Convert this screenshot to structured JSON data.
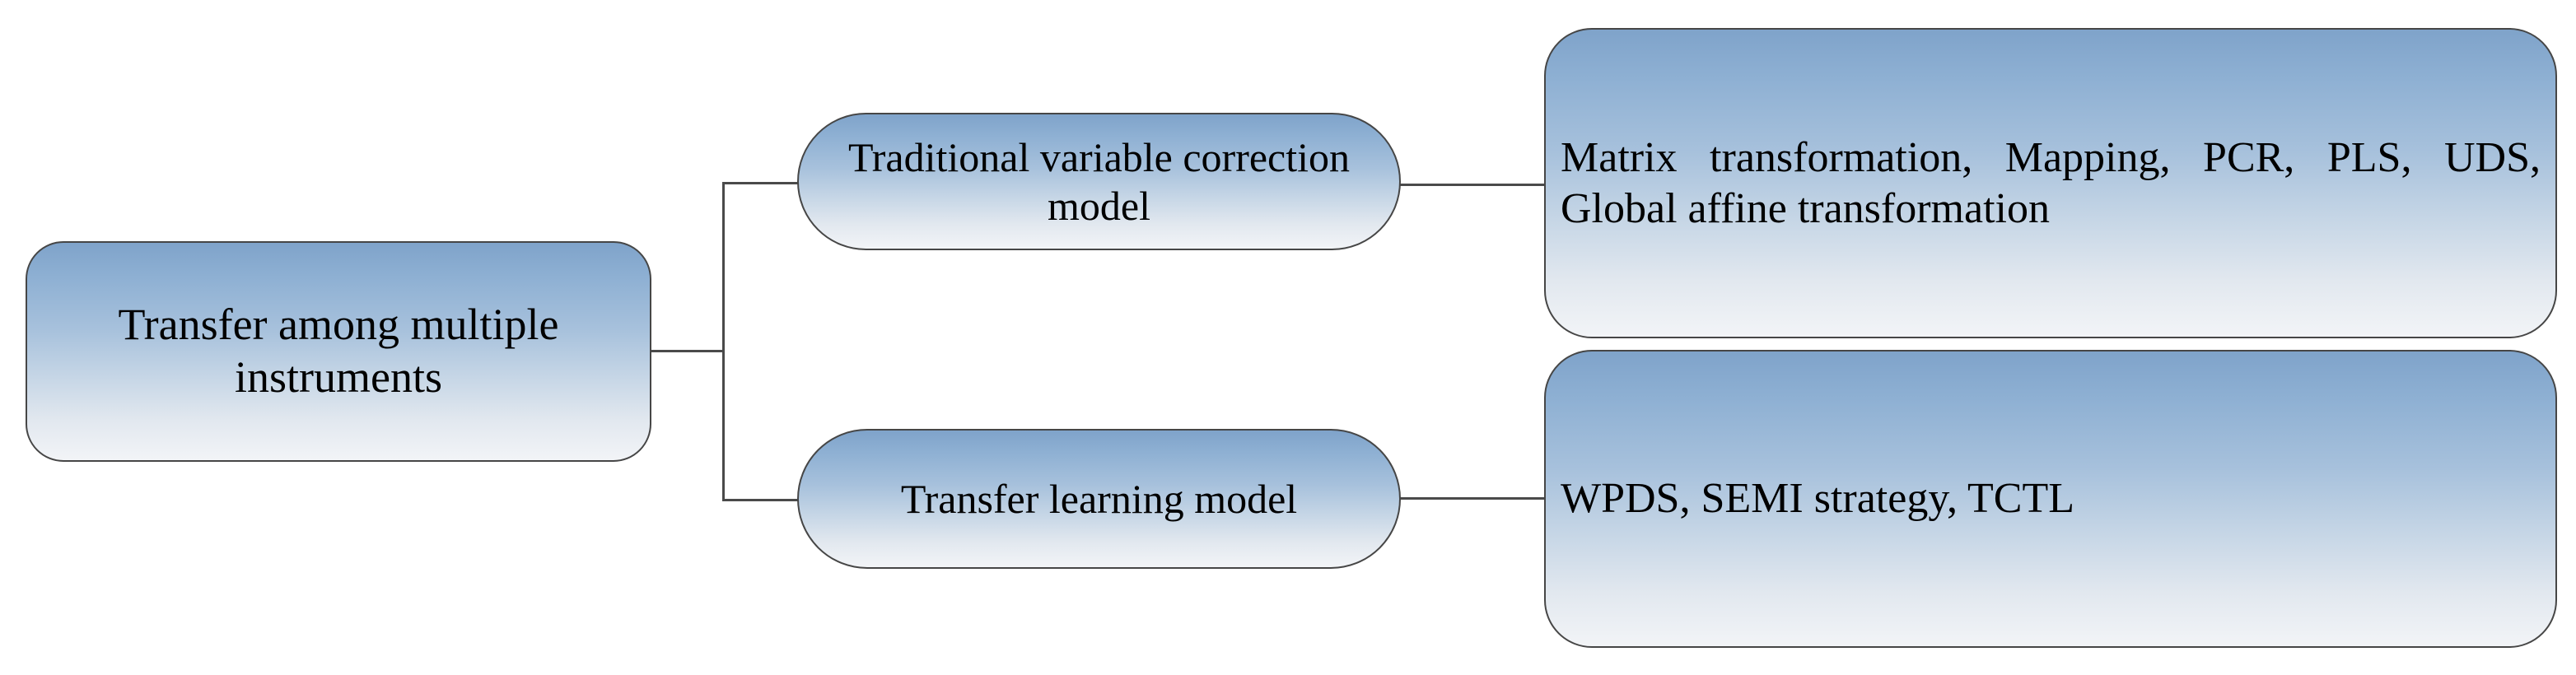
{
  "diagram": {
    "title": "Transfer among multiple instruments",
    "type": "hierarchy-tree",
    "background_color": "#FFFFFF",
    "node_fill_top_color": "#7FA3CA",
    "node_fill_bottom_color": "#F2F4F7",
    "node_border_color": "#464646",
    "connector_color": "#4A4A4A",
    "text_color": "#000000"
  },
  "root": {
    "label": "Transfer among multiple instruments"
  },
  "categories": [
    {
      "label": "Traditional variable correction model",
      "detail": "Matrix  transformation,  Mapping,  PCR, PLS, UDS, Global affine transformation"
    },
    {
      "label": "Transfer learning model",
      "detail": "WPDS, SEMI strategy, TCTL"
    }
  ]
}
